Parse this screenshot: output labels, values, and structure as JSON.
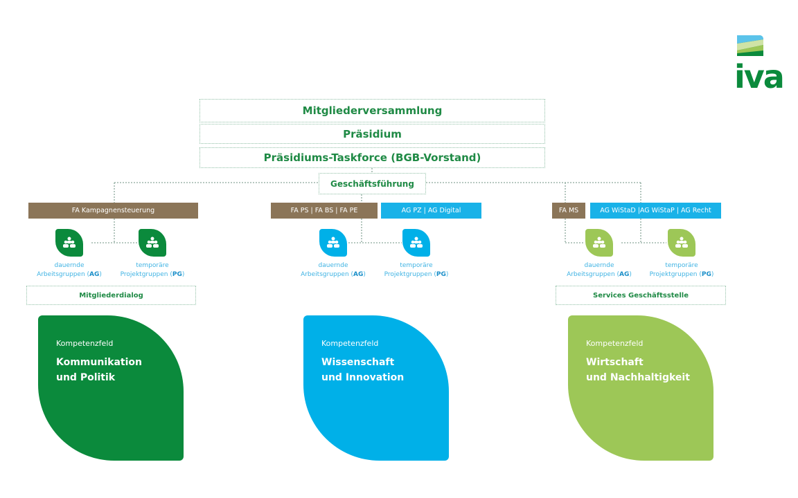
{
  "logo": {
    "text": "iva"
  },
  "top": {
    "mv": "Mitgliederversammlung",
    "praesidium": "Präsidium",
    "taskforce": "Präsidiums-Taskforce (BGB-Vorstand)",
    "gf": "Geschäftsführung"
  },
  "columns": [
    {
      "bars": [
        "FA Kampagnensteuerung"
      ],
      "ag1": "dauernde",
      "ag2": "Arbeitsgruppen (",
      "ag3": "AG",
      ")": ")",
      "pg1": "temporäre",
      "pg2": "Projektgruppen (",
      "pg3": "PG",
      "box": "Mitgliederdialog",
      "kf": "Kompetenzfeld",
      "title1": "Kommunikation",
      "title2": "und Politik"
    },
    {
      "bars": [
        "FA PS | FA BS | FA PE",
        "AG PZ | AG Digital"
      ],
      "ag1": "dauernde",
      "ag2": "Arbeitsgruppen (",
      "ag3": "AG",
      "pg1": "temporäre",
      "pg2": "Projektgruppen (",
      "pg3": "PG",
      "kf": "Kompetenzfeld",
      "title1": "Wissenschaft",
      "title2": "und Innovation"
    },
    {
      "bars": [
        "FA MS",
        "AG WiStaD |AG WiStaP | AG Recht"
      ],
      "ag1": "dauernde",
      "ag2": "Arbeitsgruppen (",
      "ag3": "AG",
      "pg1": "temporäre",
      "pg2": "Projektgruppen (",
      "pg3": "PG",
      "box": "Services Geschäftsstelle",
      "kf": "Kompetenzfeld",
      "title1": "Wirtschaft",
      "title2": "und Nachhaltigkeit"
    }
  ],
  "colors": {
    "green": "#0b8a3c",
    "blue": "#00b0e8",
    "lightgreen": "#9dc757",
    "brown": "#8b7558"
  }
}
